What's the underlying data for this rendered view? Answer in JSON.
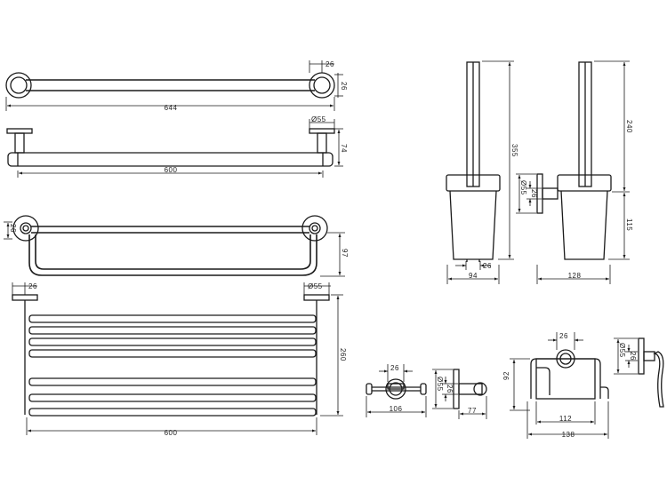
{
  "dimensions": {
    "towel_bar_long": {
      "width": "644",
      "depth": "26",
      "height": "26"
    },
    "towel_bar_short": {
      "rose": "Ø55",
      "width": "600",
      "projection": "74"
    },
    "towel_rail_hook": {
      "offset": "26",
      "projection": "97"
    },
    "towel_shelf": {
      "offset": "26",
      "rose": "Ø55",
      "height": "260",
      "width": "600"
    },
    "toilet_brush_freestanding": {
      "height": "355",
      "base": "26",
      "width": "94"
    },
    "toilet_brush_wall": {
      "height_upper": "240",
      "height_lower": "115",
      "rose": "Ø55",
      "depth": "26",
      "width": "128"
    },
    "double_hook": {
      "top": "26",
      "width": "106",
      "rose": "Ø55",
      "depth": "26",
      "projection": "77"
    },
    "paper_holder_cover": {
      "top": "26",
      "height": "92",
      "inner": "112",
      "outer": "138"
    },
    "paper_holder_open": {
      "rose": "Ø55",
      "depth": "26"
    }
  }
}
